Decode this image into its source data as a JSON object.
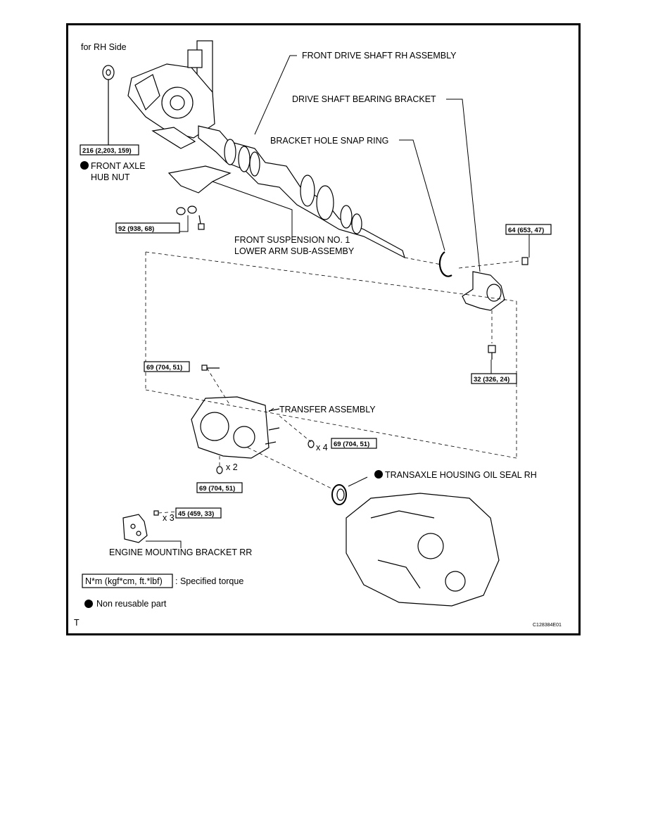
{
  "side_label": "for RH Side",
  "parts": {
    "front_drive_shaft": "FRONT DRIVE SHAFT RH ASSEMBLY",
    "bearing_bracket": "DRIVE SHAFT BEARING BRACKET",
    "snap_ring": "BRACKET HOLE SNAP RING",
    "hub_nut_line1": "FRONT AXLE",
    "hub_nut_line2": "HUB NUT",
    "lower_arm_line1": "FRONT SUSPENSION NO. 1",
    "lower_arm_line2": "LOWER ARM SUB-ASSEMBY",
    "transfer": "TRANSFER ASSEMBLY",
    "oil_seal": "TRANSAXLE HOUSING OIL SEAL RH",
    "engine_bracket": "ENGINE MOUNTING BRACKET RR"
  },
  "torques": {
    "hub_nut": "216 (2,203, 159)",
    "lower_arm": "92 (938, 68)",
    "bracket_upper": "64 (653, 47)",
    "bracket_lower": "32 (326, 24)",
    "transfer_stud": "69 (704, 51)",
    "transfer_nut": "69 (704, 51)",
    "transfer_bottom": "69 (704, 51)",
    "engine_bracket": "45 (459, 33)"
  },
  "multipliers": {
    "transfer_nut": "x 4",
    "transfer_bottom": "x 2",
    "engine_bracket": "x 3"
  },
  "legend": {
    "torque_box": "N*m (kgf*cm, ft.*lbf)",
    "torque_text": ": Specified torque",
    "non_reusable": "Non reusable part"
  },
  "corner_mark": "T",
  "figure_code": "C128384E01"
}
